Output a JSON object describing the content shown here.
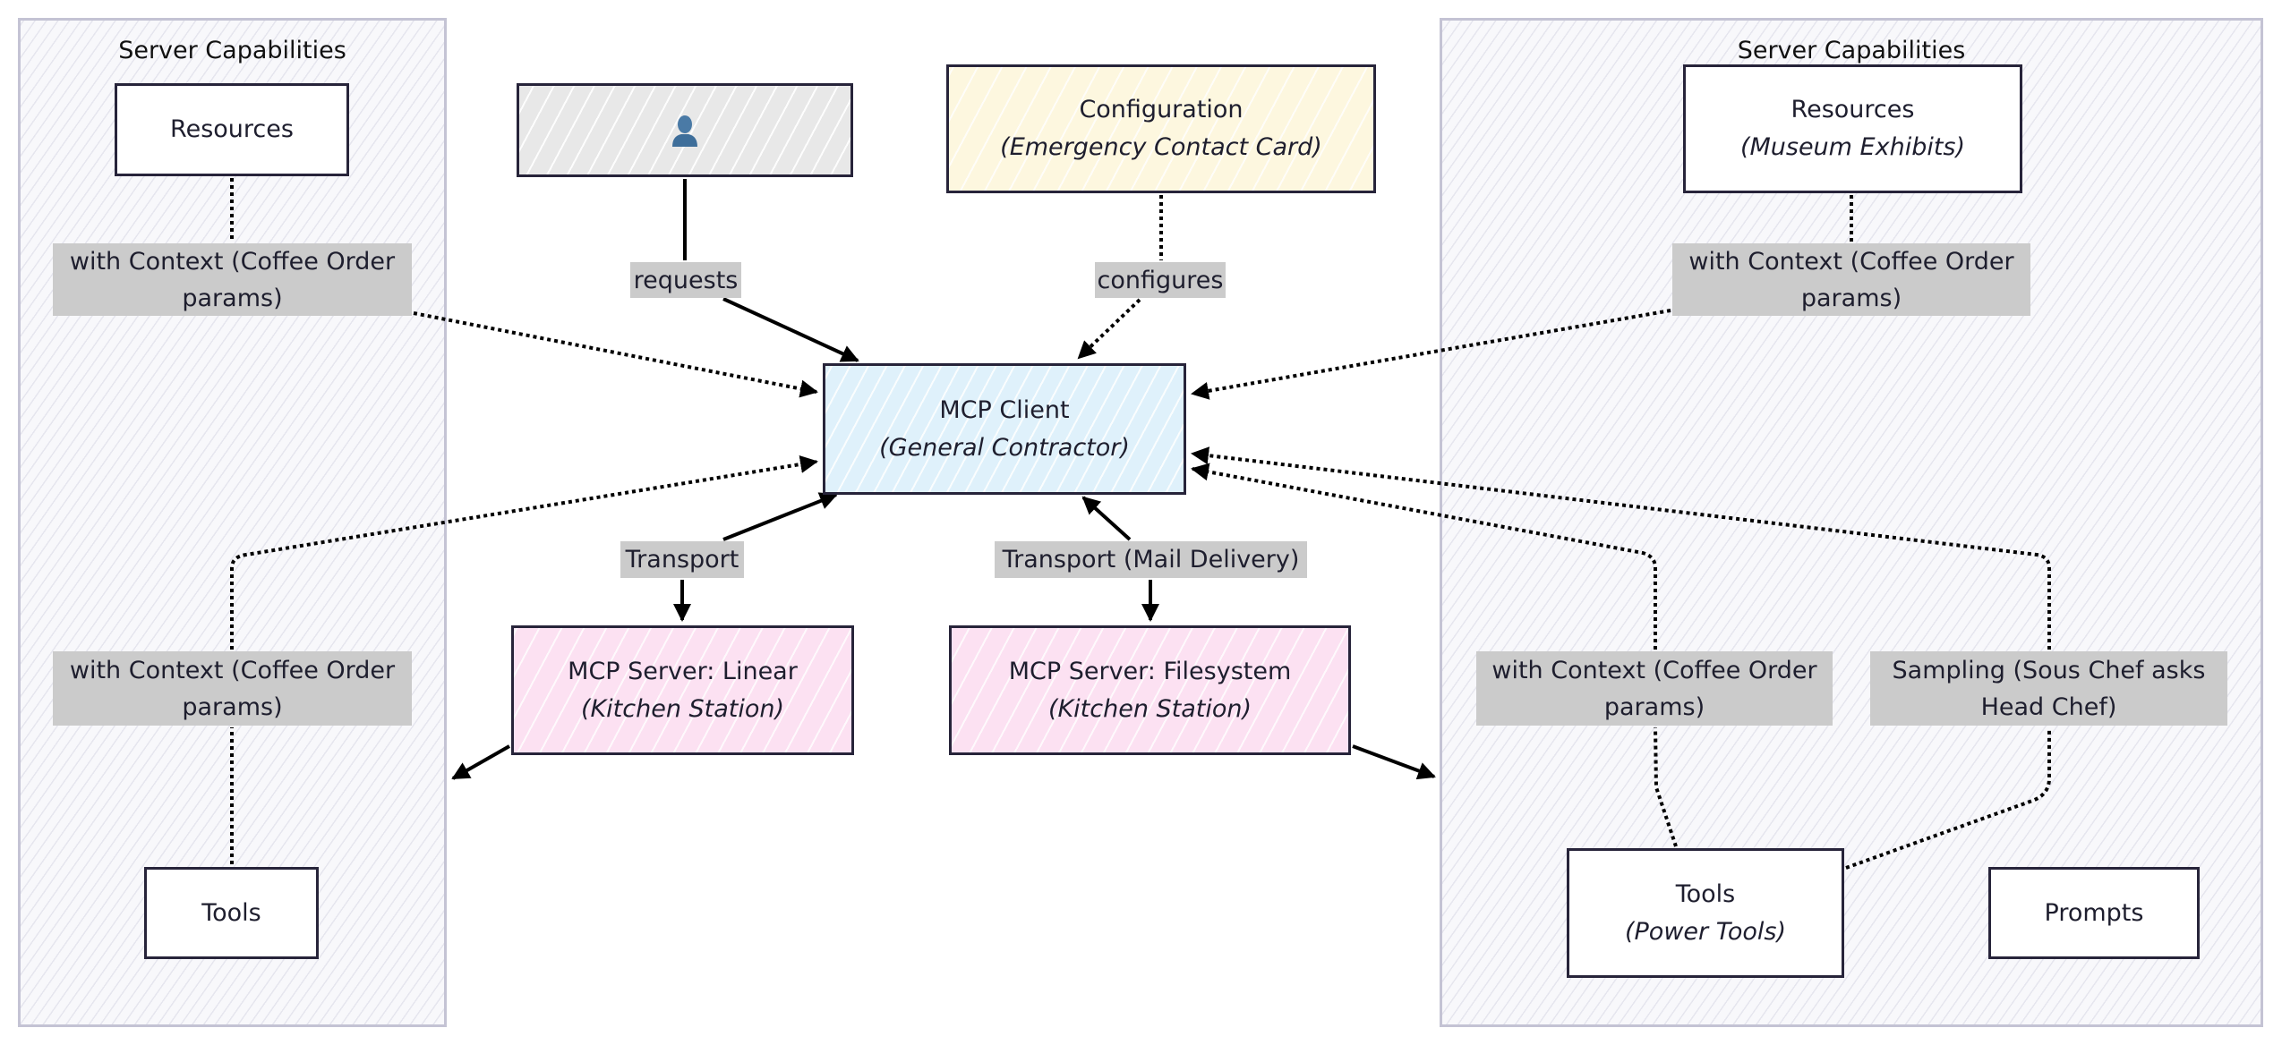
{
  "diagram": {
    "groups": {
      "left": {
        "title": "Server Capabilities"
      },
      "right": {
        "title": "Server Capabilities"
      }
    },
    "nodes": {
      "left_resources": {
        "title": "Resources"
      },
      "left_tools": {
        "title": "Tools"
      },
      "user": {
        "icon": "user-icon",
        "icon_color": "#4a7aa6"
      },
      "configuration": {
        "title": "Configuration",
        "subtitle": "(Emergency Contact Card)",
        "fill": "#fdf7df"
      },
      "mcp_client": {
        "title": "MCP Client",
        "subtitle": "(General Contractor)",
        "fill": "#dff1fb"
      },
      "server_linear": {
        "title": "MCP Server: Linear",
        "subtitle": "(Kitchen Station)",
        "fill": "#fce1f2"
      },
      "server_filesystem": {
        "title": "MCP Server: Filesystem",
        "subtitle": "(Kitchen Station)",
        "fill": "#fce1f2"
      },
      "right_resources": {
        "title": "Resources",
        "subtitle": "(Museum Exhibits)"
      },
      "right_tools": {
        "title": "Tools",
        "subtitle": "(Power Tools)"
      },
      "right_prompts": {
        "title": "Prompts"
      }
    },
    "edge_labels": {
      "left_resources_context": "with Context (Coffee Order params)",
      "left_tools_context": "with Context (Coffee Order params)",
      "requests": "requests",
      "configures": "configures",
      "transport_linear": "Transport",
      "transport_filesystem": "Transport (Mail Delivery)",
      "right_resources_context": "with Context (Coffee Order params)",
      "right_tools_context": "with Context (Coffee Order params)",
      "sampling": "Sampling (Sous Chef asks Head Chef)"
    }
  }
}
